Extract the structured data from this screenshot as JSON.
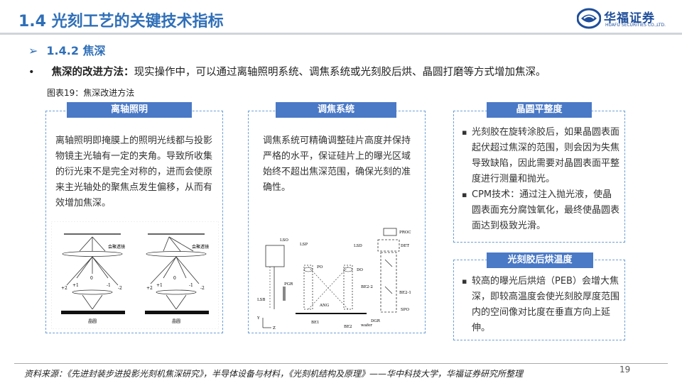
{
  "header": {
    "title": "1.4 光刻工艺的关键技术指标",
    "logo_name": "华福证券",
    "logo_sub": "HUAFU SECURITIES CO.,LTD."
  },
  "section": {
    "arrow": "➢",
    "label": "1.4.2  焦深"
  },
  "bullet": {
    "marker": "•",
    "bold": "焦深的改进方法：",
    "text": "现实操作中，可以通过离轴照明系统、调焦系统或光刻胶后烘、晶圆打磨等方式增加焦深。"
  },
  "figure_label": "图表19：焦深改进方法",
  "panels": {
    "off_axis": {
      "title": "离轴照明",
      "text": "离轴照明即掩膜上的照明光线都与投影物镜主光轴有一定的夹角。导致所收集的衍光束不是完全对称的，进而会使原来主光轴处的聚焦点发生偏移，从而有效增加焦深。",
      "diagram": {
        "lens_label_left": "会聚透镜",
        "lens_label_right": "会聚透镜",
        "wafer_left": "晶圆",
        "wafer_right": "晶圆",
        "orders_left": [
          "+2",
          "+1",
          "0",
          "-1",
          "-2"
        ],
        "orders_right": [
          "+2",
          "+1",
          "0",
          "-1",
          "-2"
        ]
      }
    },
    "focus": {
      "title": "调焦系统",
      "text": "调焦系统可精确调整硅片高度并保持严格的水平，保证硅片上的曝光区域始终不超出焦深范围，确保光刻的准确性。",
      "diagram": {
        "labels": [
          "PROC",
          "DET",
          "LSO",
          "LSP",
          "LSD",
          "PO",
          "DO",
          "PGR",
          "BE2-2",
          "BE2-1",
          "LSB",
          "ANG",
          "DGR",
          "SPO",
          "BE1",
          "BE2",
          "wafer",
          "Y",
          "Z"
        ]
      }
    },
    "wafer_flatness": {
      "title": "晶圆平整度",
      "items": [
        "光刻胶在旋转涂胶后，如果晶圆表面起伏超过焦深的范围，则会因为失焦导致缺陷，因此需要对晶圆表面平整度进行测量和抛光。",
        "CPM技术：通过注入抛光液，使晶圆表面充分腐蚀氧化，最终使晶圆表面达到极致光滑。"
      ]
    },
    "peb": {
      "title": "光刻胶后烘温度",
      "items": [
        "较高的曝光后烘焙（PEB）会增大焦深，即较高温度会使光刻胶厚度范围内的空间像对比度在垂直方向上延伸。"
      ]
    }
  },
  "source": "资料来源：《先进封装步进投影光刻机焦深研究》，半导体设备与材料，《光刻机结构及原理》——华中科技大学，华福证券研究所整理",
  "page_number": "19",
  "colors": {
    "accent": "#2f6fb8",
    "panel_title": "#4a79c6",
    "dash": "#6a9fd8"
  }
}
